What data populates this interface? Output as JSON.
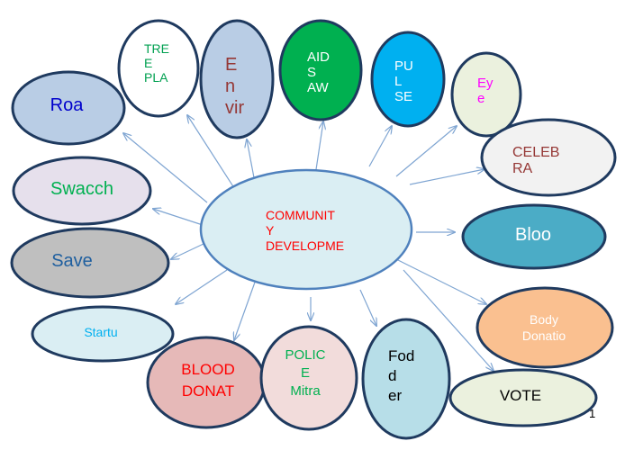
{
  "diagram": {
    "center": {
      "lines": [
        "COMMUNIT",
        "Y",
        "DEVELOPME"
      ],
      "color": "#FF0000",
      "fill": "#DAEEF3",
      "stroke": "#4F81BD"
    },
    "arrow_color": "#7FA5D2",
    "nodes": [
      {
        "id": "road",
        "lines": [
          "Roa"
        ],
        "fill": "#B9CDE5",
        "text_color": "#0000CC"
      },
      {
        "id": "tree-plantation",
        "lines": [
          "TRE",
          "E",
          "PLA"
        ],
        "fill": "#FFFFFF",
        "text_color": "#00A050"
      },
      {
        "id": "environment",
        "lines": [
          "E",
          "n",
          "vir"
        ],
        "fill": "#B9CDE5",
        "text_color": "#953735"
      },
      {
        "id": "aids-awareness",
        "lines": [
          "AID",
          "S",
          "AW"
        ],
        "fill": "#00B050",
        "text_color": "#FFFFFF"
      },
      {
        "id": "pulse",
        "lines": [
          "PU",
          "L",
          "SE"
        ],
        "fill": "#00B0F0",
        "text_color": "#FFFFFF"
      },
      {
        "id": "eye",
        "lines": [
          "Ey",
          "e"
        ],
        "fill": "#EBF1DE",
        "text_color": "#FF00FF"
      },
      {
        "id": "celebration",
        "lines": [
          "CELEB",
          "RA"
        ],
        "fill": "#F2F2F2",
        "text_color": "#953735"
      },
      {
        "id": "swacch",
        "lines": [
          "Swacch"
        ],
        "fill": "#E6E0EC",
        "text_color": "#00B050"
      },
      {
        "id": "save",
        "lines": [
          "Save"
        ],
        "fill": "#BFBFBF",
        "text_color": "#1F5F9F"
      },
      {
        "id": "blood-camp",
        "lines": [
          "Bloo"
        ],
        "fill": "#4BACC6",
        "text_color": "#FFFFFF"
      },
      {
        "id": "startup",
        "lines": [
          "Startu"
        ],
        "fill": "#DAEEF3",
        "text_color": "#00B0F0"
      },
      {
        "id": "body-donation",
        "lines": [
          "Body",
          "Donatio"
        ],
        "fill": "#FAC090",
        "text_color": "#FFFFFF"
      },
      {
        "id": "blood-donation",
        "lines": [
          "BLOOD",
          "DONAT"
        ],
        "fill": "#E6B9B8",
        "text_color": "#FF0000"
      },
      {
        "id": "police-mitra",
        "lines": [
          "POLIC",
          "E",
          "Mitra"
        ],
        "fill": "#F2DCDB",
        "text_color": "#00B050"
      },
      {
        "id": "food-bank",
        "lines": [
          "Fod",
          "d",
          "er"
        ],
        "fill": "#B7DEE8",
        "text_color": "#000000"
      },
      {
        "id": "vote",
        "lines": [
          "VOTE"
        ],
        "fill": "#EBF1DE",
        "text_color": "#000000"
      }
    ]
  },
  "page_number": "1"
}
